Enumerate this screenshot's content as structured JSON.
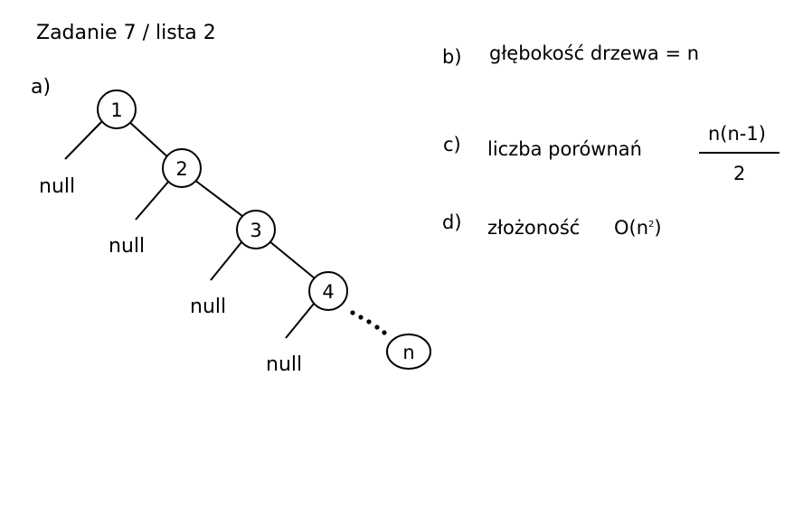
{
  "title": "Zadanie 7 / lista 2",
  "part_a": {
    "label": "a)",
    "nodes": [
      "1",
      "2",
      "3",
      "4",
      "n"
    ],
    "null_labels": [
      "null",
      "null",
      "null",
      "null"
    ]
  },
  "part_b": {
    "label": "b)",
    "text": "głębokość drzewa = n"
  },
  "part_c": {
    "label": "c)",
    "text": "liczba porównań",
    "numerator": "n(n-1)",
    "denominator": "2"
  },
  "part_d": {
    "label": "d)",
    "text": "złożoność",
    "complexity_base": "O(n",
    "complexity_exp": "2",
    "complexity_close": ")"
  }
}
